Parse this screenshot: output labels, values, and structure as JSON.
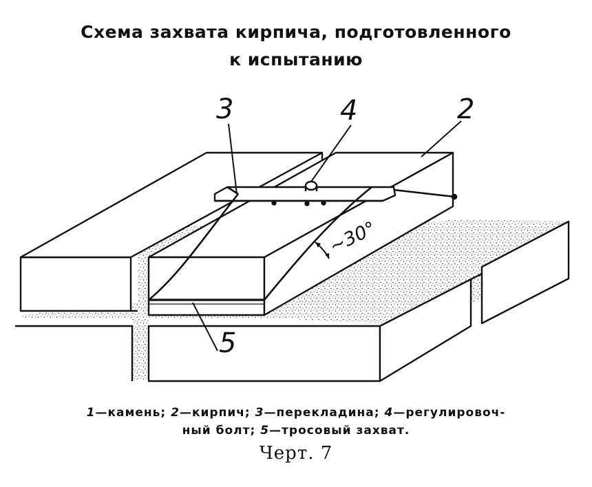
{
  "title": {
    "line1": "Схема захвата кирпича, подготовленного",
    "line2": "к испытанию"
  },
  "labels": {
    "l2": "2",
    "l3": "3",
    "l4": "4",
    "l5": "5",
    "angle": "~30°"
  },
  "legend": {
    "n1": "1",
    "t1": "—камень; ",
    "n2": "2",
    "t2": "—кирпич; ",
    "n3": "3",
    "t3": "—перекладина; ",
    "n4": "4",
    "t4": "—регулировоч-",
    "t4b": "ный болт; ",
    "n5": "5",
    "t5": "—тросовый захват."
  },
  "figure_number": "Черт. 7"
}
